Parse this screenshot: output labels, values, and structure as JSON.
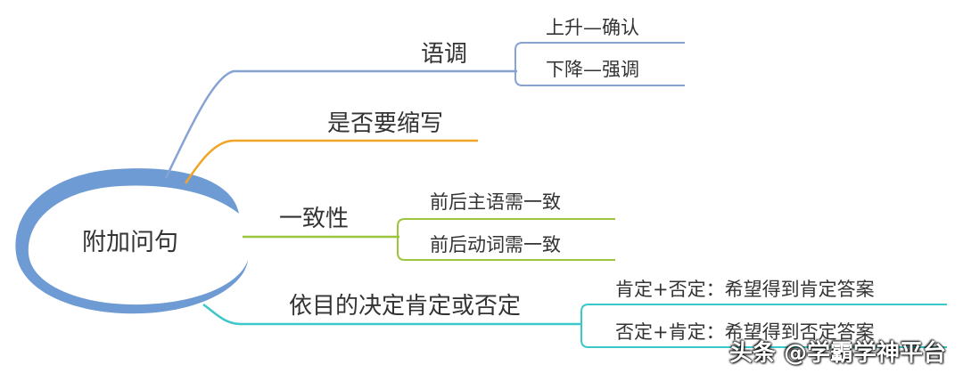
{
  "root": {
    "label": "附加问句"
  },
  "colors": {
    "blue": "#86a3d4",
    "orange": "#f0a527",
    "green": "#9bc53d",
    "teal": "#3cc7c9",
    "root_ring": "#6e9bd3"
  },
  "branches": [
    {
      "label": "语调",
      "color": "blue",
      "children": [
        {
          "label": "上升—确认"
        },
        {
          "label": "下降—强调"
        }
      ]
    },
    {
      "label": "是否要缩写",
      "color": "orange",
      "children": []
    },
    {
      "label": "一致性",
      "color": "green",
      "children": [
        {
          "label": "前后主语需一致"
        },
        {
          "label": "前后动词需一致"
        }
      ]
    },
    {
      "label": "依目的决定肯定或否定",
      "color": "teal",
      "children": [
        {
          "label": "肯定+否定：希望得到肯定答案"
        },
        {
          "label": "否定+肯定：希望得到否定答案"
        }
      ]
    }
  ],
  "watermark": "头条 @学霸学神平台"
}
